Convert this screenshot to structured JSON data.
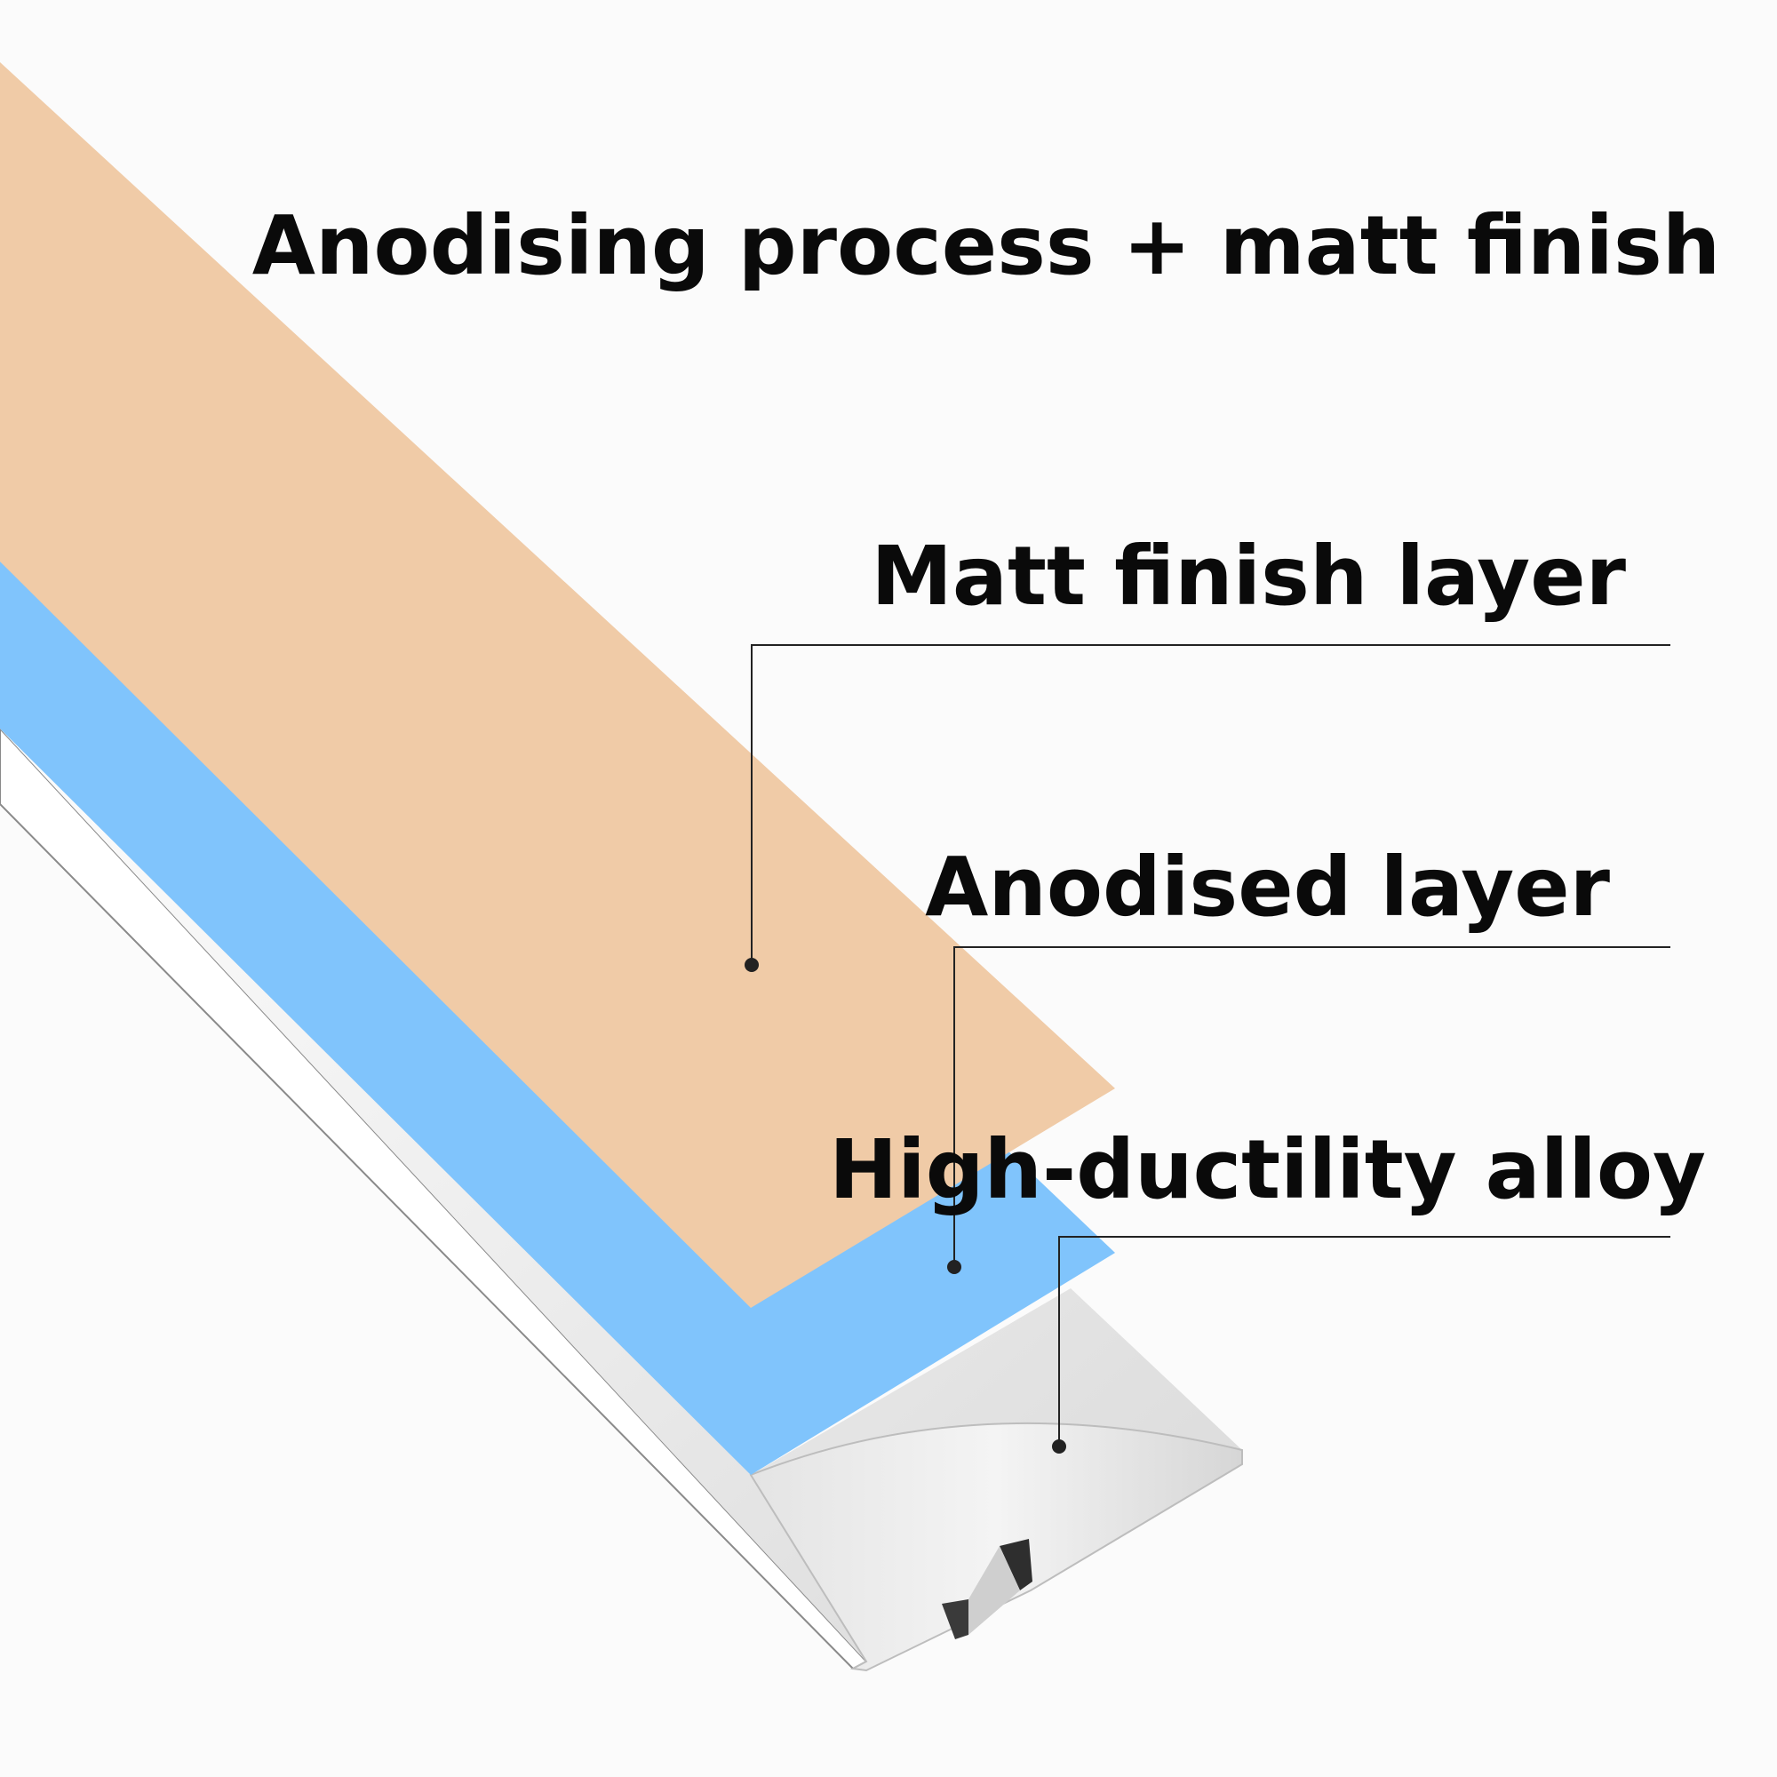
{
  "title": "Anodising process + matt finish",
  "layers": [
    {
      "label": "Matt finish layer",
      "color": "#f0cba7"
    },
    {
      "label": "Anodised layer",
      "color": "#80c4fc"
    },
    {
      "label": "High-ductility alloy",
      "color": "#e2e2e2"
    }
  ],
  "background_color": "#fbfbfb",
  "text_color": "#0a0a0a"
}
